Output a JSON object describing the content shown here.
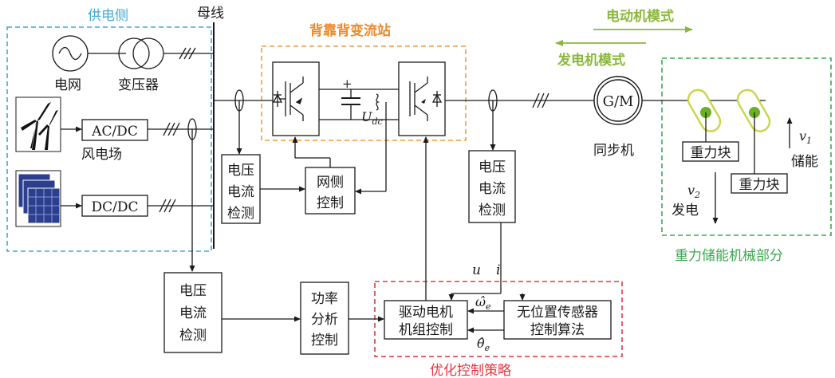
{
  "regions": {
    "supply_side": "供电侧",
    "btb_station": "背靠背变流站",
    "gravity_part": "重力储能机械部分",
    "opt_strategy": "优化控制策略"
  },
  "labels": {
    "bus": "母线",
    "grid": "电网",
    "transformer": "变压器",
    "wind_farm": "风电场",
    "acdc": "AC/DC",
    "dcdc": "DC/DC",
    "udc_main": "U",
    "udc_sub": "dc",
    "motor_mode": "电动机模式",
    "generator_mode": "发电机模式",
    "gm": "G/M",
    "sync_machine": "同步机",
    "mass1": "重力块",
    "mass2": "重力块",
    "v1_main": "v",
    "v1_sub": "1",
    "storage": "储能",
    "v2_main": "v",
    "v2_sub": "2",
    "generation": "发电",
    "u_sig": "u",
    "i_sig": "i",
    "omega": "ω̂",
    "omega_sub": "e",
    "theta": "θ̂",
    "theta_sub": "e",
    "plus": "+"
  },
  "blocks": {
    "vi_detect_1": [
      "电压",
      "电流",
      "检测"
    ],
    "grid_ctrl": [
      "网侧",
      "控制"
    ],
    "vi_detect_2": [
      "电压",
      "电流",
      "检测"
    ],
    "vi_detect_3": [
      "电压",
      "电流",
      "检测"
    ],
    "power_ctrl": [
      "功率",
      "分析",
      "控制"
    ],
    "drive_ctrl": [
      "驱动电机",
      "机组控制"
    ],
    "sensorless": [
      "无位置传感器",
      "控制算法"
    ]
  },
  "colors": {
    "supply": "#3fa9d8",
    "btb": "#f39a3c",
    "btb_text": "#ee8a2a",
    "gravity": "#3aa84f",
    "opt": "#e0383f",
    "mode": "#8ab83c",
    "rod": "#c8d64a",
    "solar": "#2c3f8f"
  }
}
